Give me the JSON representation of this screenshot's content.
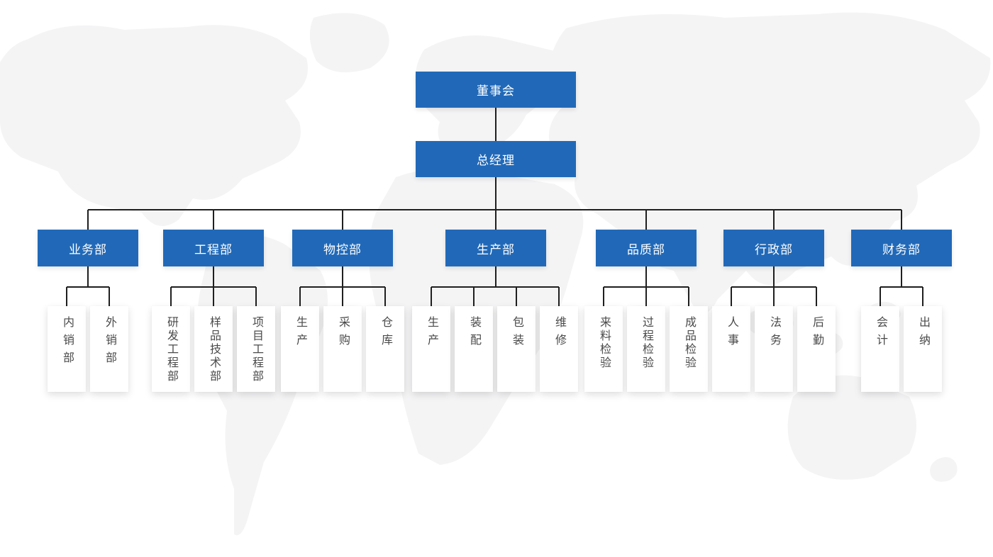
{
  "org_chart": {
    "root": {
      "label": "董事会"
    },
    "general_manager": {
      "label": "总经理"
    },
    "departments": [
      {
        "label": "业务部",
        "children": [
          "内销部",
          "外销部"
        ]
      },
      {
        "label": "工程部",
        "children": [
          "研发工程部",
          "样品技术部",
          "项目工程部"
        ]
      },
      {
        "label": "物控部",
        "children": [
          "生产",
          "采购",
          "仓库"
        ]
      },
      {
        "label": "生产部",
        "children": [
          "生产",
          "装配",
          "包装",
          "维修"
        ]
      },
      {
        "label": "品质部",
        "children": [
          "来料检验",
          "过程检验",
          "成品检验"
        ]
      },
      {
        "label": "行政部",
        "children": [
          "人事",
          "法务",
          "后勤"
        ]
      },
      {
        "label": "财务部",
        "children": [
          "会计",
          "出纳"
        ]
      }
    ],
    "colors": {
      "node_fill": "#2169b8",
      "node_text": "#ffffff",
      "connector_line": "#1f1f1f",
      "leaf_fill": "#ffffff",
      "leaf_text": "#4a4a4a",
      "map_fill": "#f4f4f5",
      "background": "#ffffff"
    }
  }
}
